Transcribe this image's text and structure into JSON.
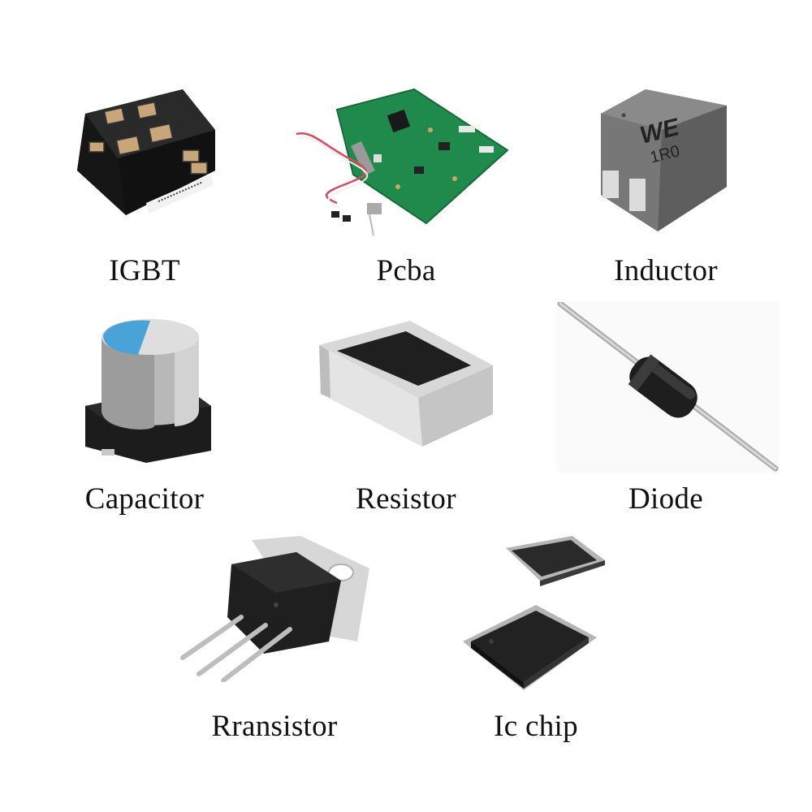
{
  "labels": {
    "igbt": "IGBT",
    "pcba": "Pcba",
    "inductor": "Inductor",
    "capacitor": "Capacitor",
    "resistor": "Resistor",
    "diode": "Diode",
    "transistor": "Rransistor",
    "ic_chip": "Ic chip"
  },
  "inductor_marking": {
    "logo": "WE",
    "code": "1R0"
  },
  "colors": {
    "background": "#ffffff",
    "pcb_green": "#1f8a4c",
    "capacitor_blue": "#4aa3d8",
    "component_black": "#1c1c1c"
  }
}
